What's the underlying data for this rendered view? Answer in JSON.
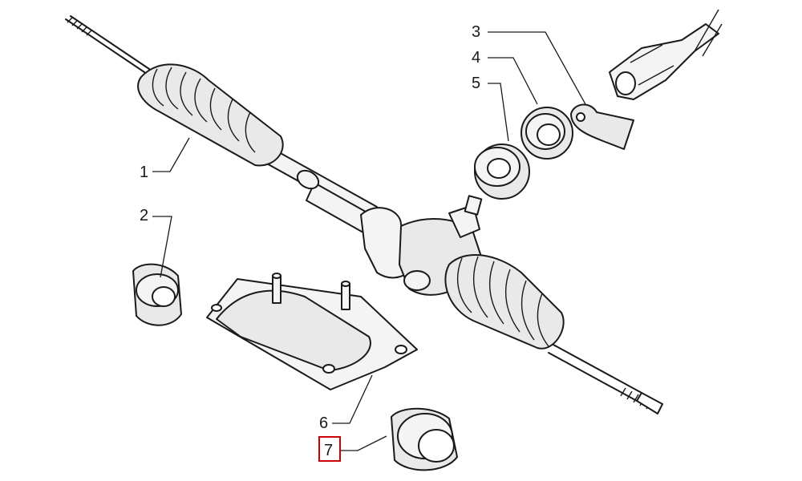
{
  "labels": {
    "p1": "1",
    "p2": "2",
    "p3": "3",
    "p4": "4",
    "p5": "5",
    "p6": "6",
    "p7": "7"
  },
  "highlight_color": "#cc0000"
}
